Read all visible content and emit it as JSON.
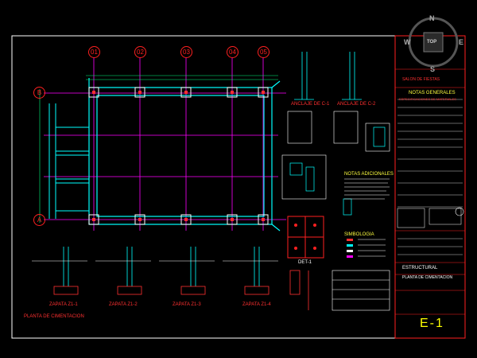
{
  "drawing": {
    "grid_columns": [
      "01",
      "02",
      "03",
      "04",
      "05"
    ],
    "grid_rows": [
      "B",
      "A"
    ],
    "plan_title": "PLANTA DE CIMENTACION",
    "section_titles": [
      "ZAPATA Z1-1",
      "ZAPATA Z1-2",
      "ZAPATA Z1-3",
      "ZAPATA Z1-4"
    ],
    "anchor_titles": [
      "ANCLAJE DE C-1",
      "ANCLAJE DE C-2"
    ],
    "notes_title": "NOTAS ADICIONALES",
    "legend_title": "SIMBOLOGIA",
    "detail_title": "DET-1"
  },
  "title_block": {
    "project": "SALON DE FIESTAS",
    "general_notes": "NOTAS GENERALES",
    "materials": "ESPECIFICACIONES DE MATERIALES",
    "discipline": "ESTRUCTURAL",
    "sheet_name": "PLANTA DE CIMENTACION",
    "sheet_number": "E-1"
  },
  "viewcube": {
    "north": "N",
    "south": "S",
    "east": "E",
    "west": "W",
    "top_face": "TOP"
  },
  "colors": {
    "background": "#000000",
    "grid_bubble": "#ff2020",
    "beam": "#00ffff",
    "axis": "#ff00ff",
    "frame": "#ffffff",
    "sheet_number": "#ffff00"
  }
}
